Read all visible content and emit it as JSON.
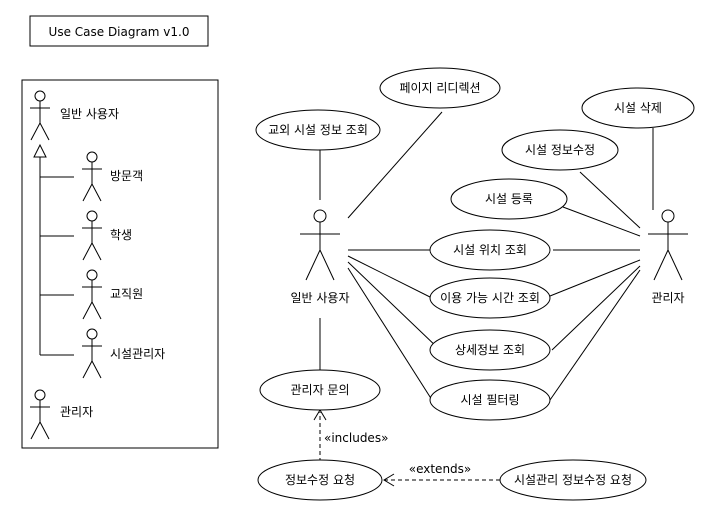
{
  "diagram": {
    "title": "Use Case Diagram v1.0",
    "legend": {
      "general_user": "일반 사용자",
      "visitor": "방문객",
      "student": "학생",
      "faculty": "교직원",
      "facility_manager": "시설관리자",
      "admin": "관리자"
    },
    "actors": {
      "general_user": "일반 사용자",
      "admin": "관리자"
    },
    "use_cases": {
      "page_redirect": "페이지 리디렉션",
      "offcampus_lookup": "교외 시설 정보 조회",
      "facility_delete": "시설 삭제",
      "facility_edit": "시설 정보수정",
      "facility_register": "시설 등록",
      "location_lookup": "시설 위치 조회",
      "hours_lookup": "이용 가능 시간 조회",
      "detail_lookup": "상세정보 조회",
      "facility_filter": "시설 필터링",
      "admin_inquiry": "관리자 문의",
      "edit_request": "정보수정 요청",
      "manager_edit_request": "시설관리 정보수정 요청"
    },
    "stereotypes": {
      "includes": "«includes»",
      "extends": "«extends»"
    }
  }
}
